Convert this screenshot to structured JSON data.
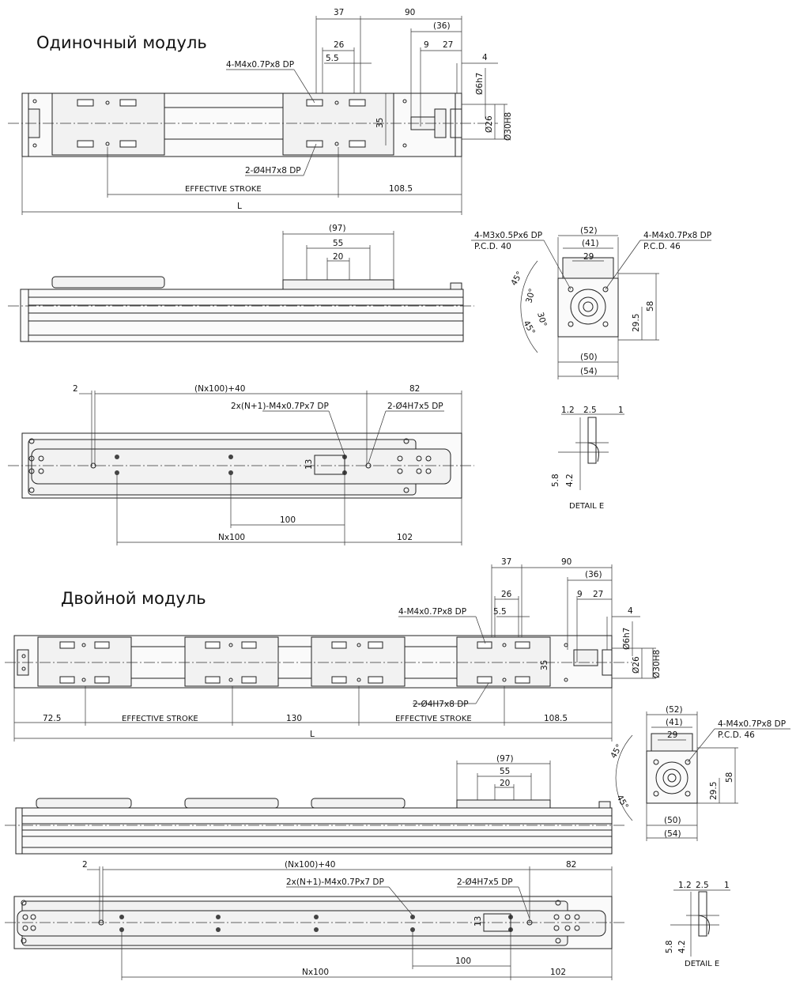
{
  "sections": {
    "single": {
      "title": "Одиночный модуль",
      "top": {
        "d37": "37",
        "d90": "90",
        "d36": "(36)",
        "d26": "26",
        "d9": "9",
        "d27": "27",
        "d5_5": "5.5",
        "d4": "4",
        "d6h7": "Ø6h7",
        "d35": "35",
        "d26dia": "Ø26",
        "d30h8": "Ø30H8",
        "callout_m4": "4-M4x0.7Px8 DP",
        "callout_h7": "2-Ø4H7x8 DP",
        "effective_stroke": "EFFECTIVE STROKE",
        "d108_5": "108.5",
        "L": "L"
      },
      "side": {
        "d97": "(97)",
        "d55": "55",
        "d20": "20"
      },
      "end_view": {
        "callout_m3": "4-M3x0.5Px6 DP",
        "pcd40": "P.C.D. 40",
        "callout_m4": "4-M4x0.7Px8 DP",
        "pcd46": "P.C.D. 46",
        "d52": "(52)",
        "d41": "(41)",
        "d29": "29",
        "d58": "58",
        "d29_5": "29.5",
        "d50": "(50)",
        "d54": "(54)",
        "a45a": "45°",
        "a30a": "30°",
        "a30b": "30°",
        "a45b": "45°"
      },
      "bottom": {
        "d2": "2",
        "pitch": "(Nx100)+40",
        "d82": "82",
        "callout_m4": "2x(N+1)-M4x0.7Px7 DP",
        "callout_h7": "2-Ø4H7x5 DP",
        "d13": "13",
        "d100": "100",
        "nx100": "Nx100",
        "d102": "102"
      },
      "detail": {
        "d1_2": "1.2",
        "d2_5": "2.5",
        "d1": "1",
        "d5_8": "5.8",
        "d4_2": "4.2",
        "label": "DETAIL E"
      }
    },
    "double": {
      "title": "Двойной модуль",
      "top": {
        "d37": "37",
        "d90": "90",
        "d36": "(36)",
        "d26": "26",
        "d9": "9",
        "d27": "27",
        "d5_5": "5.5",
        "d4": "4",
        "d6h7": "Ø6h7",
        "d35": "35",
        "d26dia": "Ø26",
        "d30h8": "Ø30H8",
        "callout_m4": "4-M4x0.7Px8 DP",
        "callout_h7": "2-Ø4H7x8 DP",
        "d72_5": "72.5",
        "effective_stroke_1": "EFFECTIVE STROKE",
        "d130": "130",
        "effective_stroke_2": "EFFECTIVE STROKE",
        "d108_5": "108.5",
        "L": "L"
      },
      "side": {
        "d97": "(97)",
        "d55": "55",
        "d20": "20"
      },
      "end_view": {
        "d52": "(52)",
        "d41": "(41)",
        "d29": "29",
        "callout_m4": "4-M4x0.7Px8 DP",
        "pcd46": "P.C.D. 46",
        "d58": "58",
        "d29_5": "29.5",
        "d50": "(50)",
        "d54": "(54)",
        "a45a": "45°",
        "a45b": "45°"
      },
      "bottom": {
        "d2": "2",
        "pitch": "(Nx100)+40",
        "d82": "82",
        "callout_m4": "2x(N+1)-M4x0.7Px7 DP",
        "callout_h7": "2-Ø4H7x5 DP",
        "d13": "13",
        "d100": "100",
        "nx100": "Nx100",
        "d102": "102"
      },
      "detail": {
        "d1_2": "1.2",
        "d2_5": "2.5",
        "d1": "1",
        "d5_8": "5.8",
        "d4_2": "4.2",
        "label": "DETAIL E"
      }
    }
  },
  "colors": {
    "line": "#222222",
    "background": "#ffffff",
    "fill": "#f2f2f2"
  }
}
